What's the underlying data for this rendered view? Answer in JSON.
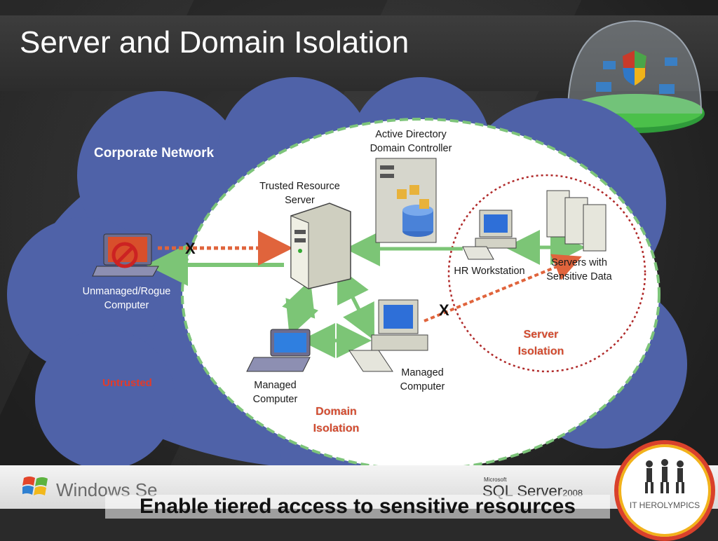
{
  "title": "Server and Domain Isolation",
  "labels": {
    "corporate_network": "Corporate Network",
    "untrusted": "Untrusted",
    "rogue": [
      "Unmanaged/Rogue",
      "Computer"
    ],
    "trusted_server": [
      "Trusted Resource",
      "Server"
    ],
    "ad_controller": [
      "Active Directory",
      "Domain Controller"
    ],
    "hr_workstation": "HR Workstation",
    "servers_sensitive": [
      "Servers with",
      "Sensitive Data"
    ],
    "managed_computer_laptop": [
      "Managed",
      "Computer"
    ],
    "managed_computer_desktop": [
      "Managed",
      "Computer"
    ],
    "domain_isolation": [
      "Domain",
      "Isolation"
    ],
    "server_isolation": [
      "Server",
      "Isolation"
    ],
    "x_mark": "X"
  },
  "footer": {
    "windows_text": "Windows Se",
    "sql_small": "Microsoft",
    "sql_text": "SQL Server",
    "sql_version": "2008",
    "caption": "Enable tiered access to sensitive resources",
    "herolympics": "IT HEROLYMPICS"
  },
  "colors": {
    "cloud": "#4f62a8",
    "domain_fill": "#ffffff",
    "domain_border": "#7dc47a",
    "server_border": "#b02a2a",
    "arrow_green": "#7cc576",
    "arrow_blocked": "#e0643c",
    "iso_text": "#d24a2e"
  },
  "icons": [
    "shield-globe-icon",
    "laptop-icon",
    "server-icon",
    "desktop-icon",
    "server-rack-icon",
    "no-entry-icon",
    "windows-logo-icon"
  ]
}
